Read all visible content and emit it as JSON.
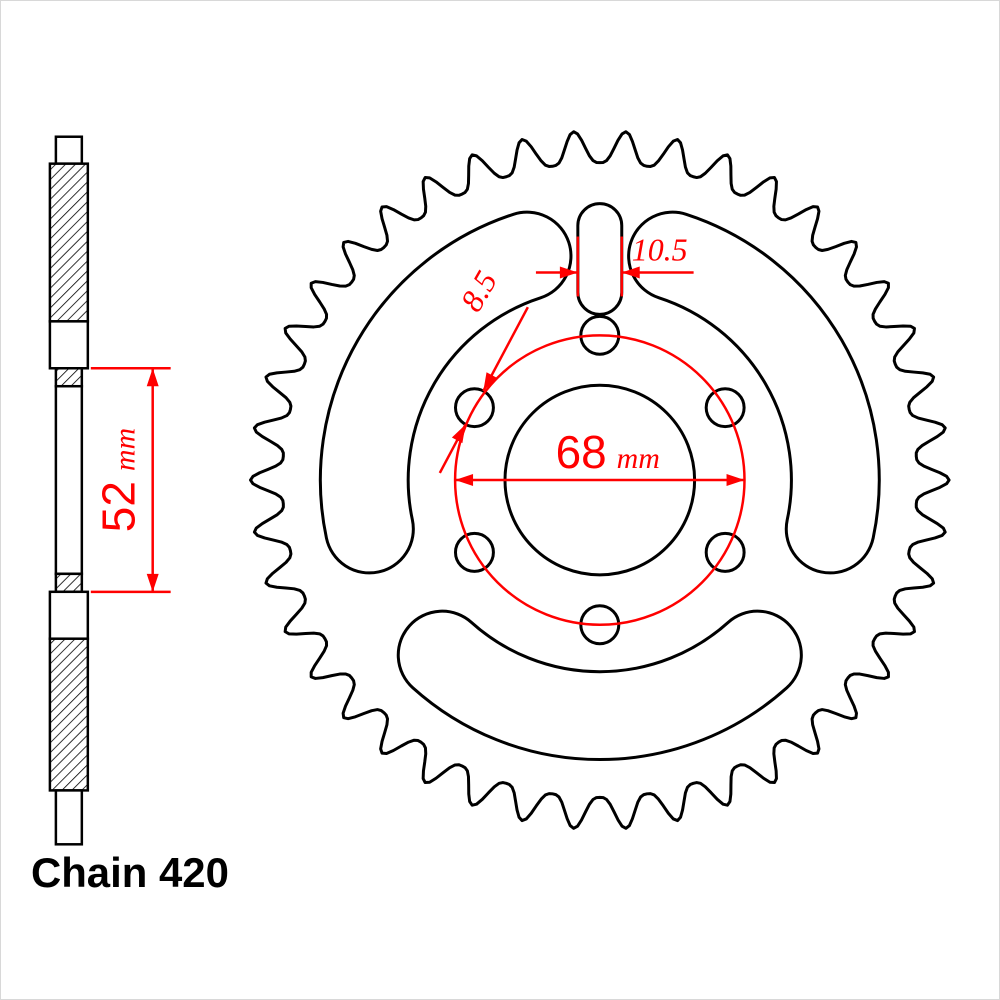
{
  "diagram_title": "Chain 420",
  "colors": {
    "outline": "#000000",
    "dimension": "#ff0000",
    "background": "#ffffff"
  },
  "sprocket": {
    "teeth": 42,
    "bolt_hole_count": 6,
    "cutout_count": 3
  },
  "dimensions": {
    "hub_width": {
      "value": "52",
      "unit": "mm"
    },
    "bolt_circle_diameter": {
      "value": "68",
      "unit": "mm"
    },
    "bolt_hole_diameter": {
      "value": "8.5"
    },
    "slot_width": {
      "value": "10.5"
    }
  }
}
